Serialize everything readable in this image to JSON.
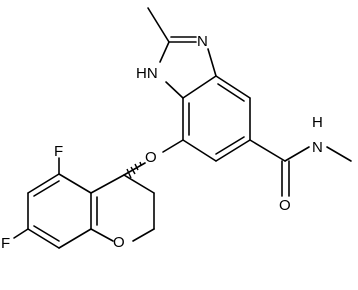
{
  "molecule": {
    "atoms": {
      "n_imine": "N",
      "nh": "HN",
      "o_ether": "O",
      "f_top": "F",
      "f_left": "F",
      "o_ring": "O",
      "o_carbonyl": "O",
      "nh_amide": "H",
      "n_amide": "N"
    }
  }
}
